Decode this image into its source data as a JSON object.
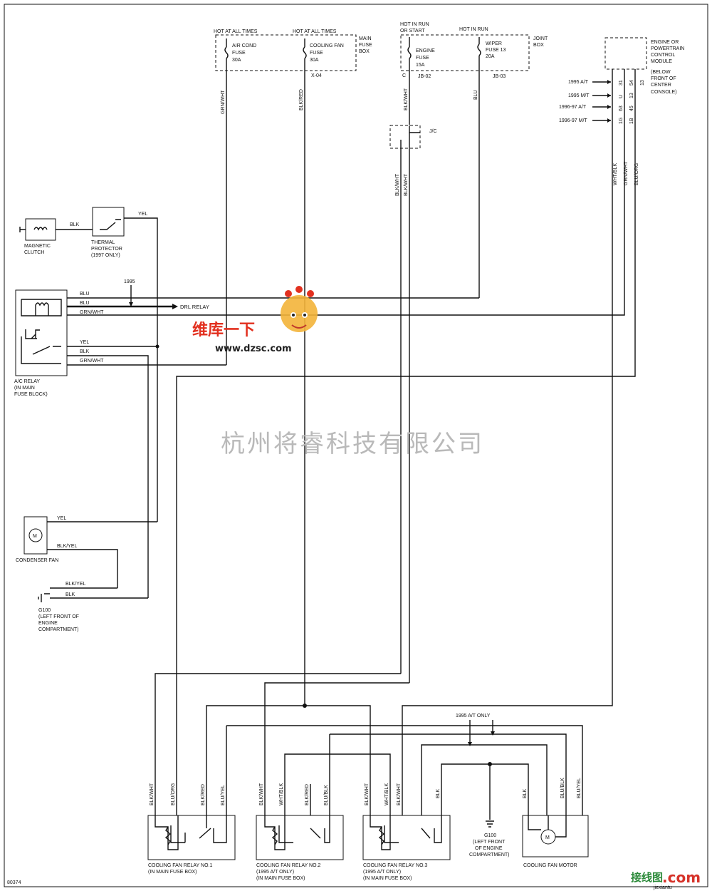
{
  "main_fuse_box": {
    "hot_label_1": "HOT AT ALL TIMES",
    "hot_label_2": "HOT AT ALL TIMES",
    "title_1": "MAIN",
    "title_2": "FUSE",
    "title_3": "BOX",
    "fuse_1": [
      "AIR COND",
      "FUSE",
      "30A"
    ],
    "fuse_2": [
      "COOLING FAN",
      "FUSE",
      "30A"
    ],
    "connector": "X-04"
  },
  "joint_box": {
    "hot_run_1": "HOT IN RUN",
    "hot_run_2": "OR START",
    "hot_run_3": "HOT IN RUN",
    "title_1": "JOINT",
    "title_2": "BOX",
    "fuse_1": [
      "ENGINE",
      "FUSE",
      "15A"
    ],
    "fuse_2": [
      "WIPER",
      "FUSE 13",
      "20A"
    ],
    "pin_c": "C",
    "conn_1": "JB-02",
    "conn_2": "JB-03"
  },
  "ecm": {
    "lines": [
      "ENGINE OR",
      "POWERTRAIN",
      "CONTROL",
      "MODULE",
      "(BELOW",
      "FRONT OF",
      "CENTER",
      "CONSOLE)"
    ],
    "inputs": [
      "1995 A/T",
      "1995 M/T",
      "1996-97 A/T",
      "1996-97 M/T"
    ],
    "pins_a": [
      "31",
      "U",
      "63",
      "1G"
    ],
    "pins_b": [
      "54",
      "13",
      "45",
      "1B"
    ],
    "pins_c": [
      "13",
      "",
      "",
      ""
    ]
  },
  "wires": {
    "grn_wht": "GRN/WHT",
    "blk_red": "BLK/RED",
    "blk_wht": "BLK/WHT",
    "blu": "BLU",
    "wht_blk": "WHT/BLK",
    "blu_org": "BLU/ORG",
    "yel": "YEL",
    "blk": "BLK",
    "blk_yel": "BLK/YEL",
    "blu_yel": "BLU/YEL",
    "blu_blk": "BLU/BLK"
  },
  "components": {
    "jc": "J/C",
    "magnetic_clutch": [
      "MAGNETIC",
      "CLUTCH"
    ],
    "thermal": [
      "THERMAL",
      "PROTECTOR",
      "(1997 ONLY)"
    ],
    "ac_relay": [
      "A/C RELAY",
      "(IN MAIN",
      "FUSE BLOCK)"
    ],
    "label_1995": "1995",
    "drl_relay": "DRL RELAY",
    "condenser_fan": "CONDENSER FAN",
    "g100": [
      "G100",
      "(LEFT FRONT OF",
      "ENGINE",
      "COMPARTMENT)"
    ],
    "g100_b": [
      "G100",
      "(LEFT FRONT",
      "OF ENGINE",
      "COMPARTMENT)"
    ],
    "at_only": "1995 A/T ONLY",
    "relay_1": [
      "COOLING FAN RELAY NO.1",
      "(IN MAIN FUSE BOX)"
    ],
    "relay_2": [
      "COOLING FAN RELAY NO.2",
      "(1995 A/T ONLY)",
      "(IN MAIN FUSE BOX)"
    ],
    "relay_3": [
      "COOLING FAN RELAY NO.3",
      "(1995 A/T ONLY)",
      "(IN MAIN FUSE BOX)"
    ],
    "fan_motor": "COOLING FAN MOTOR",
    "motor_m": "M",
    "fig_no": "80374"
  },
  "watermarks": {
    "company": "杭州将睿科技有限公司",
    "logo_cn": "维库一下",
    "url": "www.dzsc.com",
    "corner_cn": "接线图",
    "corner_com": ".com",
    "corner_url": "jiexiantu"
  }
}
